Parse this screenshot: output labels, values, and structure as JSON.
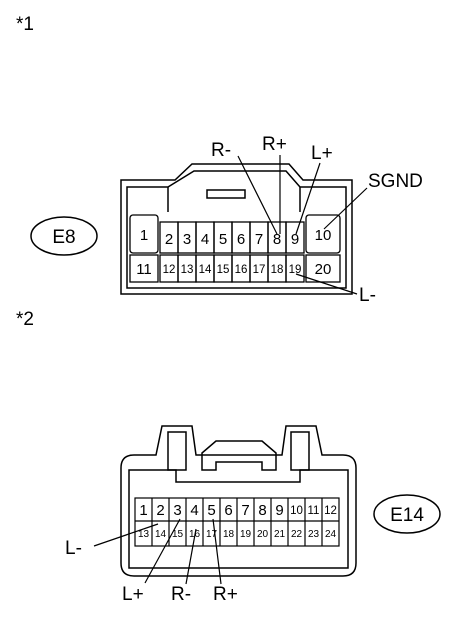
{
  "figure_labels": [
    "*1",
    "*2"
  ],
  "connector_e8": {
    "id": "E8",
    "pins_top": [
      "1",
      "2",
      "3",
      "4",
      "5",
      "6",
      "7",
      "8",
      "9",
      "10"
    ],
    "pins_bottom": [
      "11",
      "12",
      "13",
      "14",
      "15",
      "16",
      "17",
      "18",
      "19",
      "20"
    ],
    "signals": {
      "r_minus": "R-",
      "r_plus": "R+",
      "l_plus": "L+",
      "sgnd": "SGND",
      "l_minus": "L-"
    }
  },
  "connector_e14": {
    "id": "E14",
    "pins_top": [
      "1",
      "2",
      "3",
      "4",
      "5",
      "6",
      "7",
      "8",
      "9",
      "10",
      "11",
      "12"
    ],
    "pins_bottom": [
      "13",
      "14",
      "15",
      "16",
      "17",
      "18",
      "19",
      "20",
      "21",
      "22",
      "23",
      "24"
    ],
    "signals": {
      "l_minus": "L-",
      "l_plus": "L+",
      "r_minus": "R-",
      "r_plus": "R+"
    }
  }
}
